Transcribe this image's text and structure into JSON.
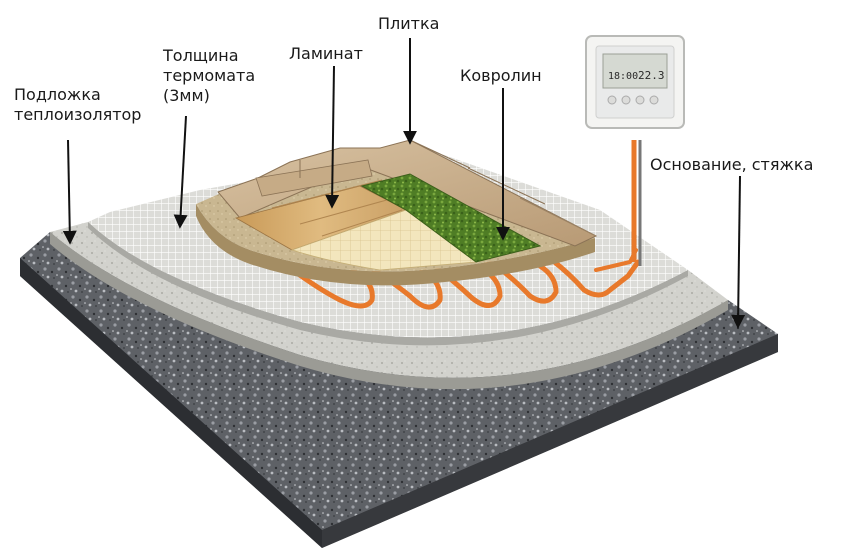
{
  "labels": {
    "underlay": [
      "Подложка",
      "теплоизолятор"
    ],
    "mat_thickness": [
      "Толщина",
      "термомата",
      "(3мм)"
    ],
    "laminate": "Ламинат",
    "tile": "Плитка",
    "carpet": "Ковролин",
    "base": "Основание, стяжка"
  },
  "thermostat": {
    "time": "18:00",
    "temperature": "22.3"
  },
  "colors": {
    "base_concrete": "#5e6166",
    "insulation": "#c9c9c4",
    "mesh": "#d8d8d5",
    "cable": "#e8792b",
    "adhesive": "#c9b791",
    "laminate": "#d9b278",
    "tile": "#c7ad8c",
    "carpet": "#5c8a2e",
    "cream_grid": "#f1e4b9"
  }
}
